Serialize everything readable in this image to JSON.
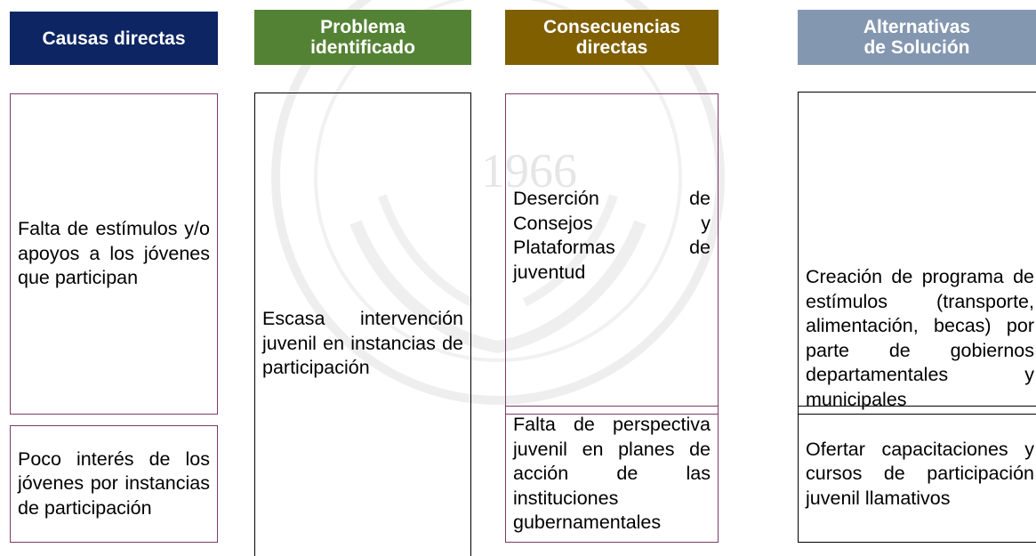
{
  "colors": {
    "causas": "#0d2562",
    "problema": "#548235",
    "consecuencias": "#7f5f00",
    "alternativas": "#8497b0",
    "causas_border": "#7a3a6a",
    "consecuencias_border": "#7a3a6a",
    "alternativas_border": "#000000"
  },
  "headers": {
    "causas": "Causas directas",
    "problema_line1": "Problema",
    "problema_line2": "identificado",
    "consecuencias_line1": "Consecuencias",
    "consecuencias_line2": "directas",
    "alternativas_line1": "Alternativas",
    "alternativas_line2": "de Solución"
  },
  "watermark": {
    "year": "1966"
  },
  "causas": [
    "Falta de estímulos y/o apoyos a los jóvenes que participan",
    "Poco interés de los jóvenes por instancias de participación"
  ],
  "problema": "Escasa intervención juvenil en instancias de participación",
  "consecuencias": [
    "Deserción de Consejos y Plataformas de juventud",
    "Falta de perspectiva juvenil en planes de acción de las instituciones gubernamentales"
  ],
  "alternativas": [
    "Creación de programa de estímulos (transporte, alimentación, becas) por parte de gobiernos departamentales y municipales",
    "Ofertar capacitaciones y cursos de participación juvenil llamativos"
  ]
}
